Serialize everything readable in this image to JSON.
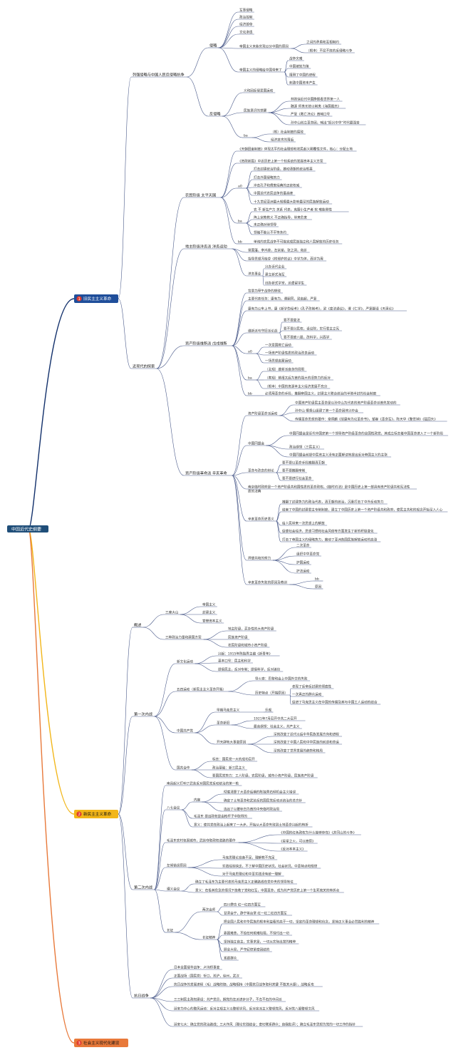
{
  "root": {
    "title": "中国近代史纲要",
    "color": "#1f4e79"
  },
  "branches": [
    {
      "key": "b1",
      "label": "旧民主主义革命",
      "number": "1",
      "box_color": "#1f4e9a",
      "line_color": "#12306b"
    },
    {
      "key": "b2",
      "label": "新民主主义革命",
      "number": "2",
      "box_color": "#f2b619",
      "line_color": "#f2b619"
    },
    {
      "key": "b3",
      "label": "社会主义现代化建设",
      "number": "3",
      "box_color": "#e8793a",
      "line_color": "#e8793a"
    }
  ],
  "b1": {
    "t1": "列强侵略与中国人民反侵略抗争",
    "t2": "近现代的探索",
    "qinlue": "侵略",
    "qinlue_items": [
      "军事侵略",
      "政治控制",
      "经济掠夺",
      "文化渗透"
    ],
    "dizhuyi_head": "帝国主义未能实现瓜分中国的原因",
    "dizhuyi_items": [
      "之间的矛盾和互相制约",
      "（根本）不屈不挠的反侵略斗争"
    ],
    "impact_head": "帝国主义的侵略给中国带来了",
    "impact_items": [
      "战争灾难",
      "中国被划为殖",
      "阻碍了中国的进程",
      "刺激中国资本产生"
    ],
    "fan": "反侵略",
    "fan_items": [
      "义和团反侵爱国运动"
    ],
    "juexing_head": "民族意识的觉醒",
    "juexing_items": [
      "林则徐近代中国睁眼看世界第一人",
      "魏源 师夷长技以制夷《海国图志》",
      "严复《救亡决论》首喊口号",
      "孙中山创立革命团，喊出“振兴中华”时代最强音"
    ],
    "ba_label": "ba",
    "ba_items": [
      "（根）社会制度的腐败",
      "经济技术的落后"
    ],
    "taiping": "农民阶级 太平天国",
    "tp_items": [
      "《天朝田亩制度》体现太平的社会理想和农民起义颠覆性文件，核心：分配土地",
      "《资政新篇》中近历史上第一个较系统的发展资本主义方案"
    ],
    "tp_a_label": "a0",
    "tp_a_items": [
      "打击封建统治阶级，撼动清朝的统治根基",
      "打击外国侵略势力",
      "冲击孔子和儒家经典的正统权威",
      "中国近代农民战争的最高峰",
      "十九世纪亚洲最大规模最大影响最深的民族解放运动"
    ],
    "tp_b_label": "ba",
    "tp_b_items": [
      "农 不 新生产力 关系 代表，克服小生产者 软 唯能侧性",
      "阵上宗教教义 不正确指导，带来危害",
      "未正确对待领导",
      "领袖不能认不平等条约"
    ],
    "tp_c_label": "bb",
    "tp_c_item": "单纯的农民战争不可能完成民族独立和人民解放的历史任务",
    "yangwu": "地主阶级洋务派 洋务运动",
    "yw_items": [
      "曾国藩，李鸿章，左宗棠，张之洞，奕訢",
      "指导思想冯桂芬《校邠庐抗议》中学为体，西学为用"
    ],
    "yw_sub": "洋务事业",
    "yw_sub_items": [
      "兴办近代企业",
      "建立新式海军",
      "创办新式学堂，派遣留学生"
    ],
    "weixin": "资产阶级维新派 戊戌维新",
    "wx_items": [
      "背景为甲午战争的惨败",
      "主要代表任务：康有为，谭嗣同，梁启超，严复",
      "康有为公车上书，康《新学伪经考》《孔子改制考》，梁《变法通议》，谭《仁学》，严复翻译《天演论》"
    ],
    "wx_debate": "维新派与守旧派论战",
    "wx_debate_items": [
      "要不要变法",
      "要不要兴民权，设议院，实行君主立宪",
      "要不要废八股，改科学，兴西学"
    ],
    "wx_a_label": "a0",
    "wx_a_items": [
      "一次爱国救亡运动",
      "一场资产阶级性质的政治改良运动",
      "一场思想启蒙运动"
    ],
    "wx_b_label": "ba",
    "wx_b_items": [
      "（主观）维新派自身的局限",
      "（客观）慈禧太后为首的强大的旧势力的反对",
      "（根本）中国的资源本主义经济发展不充分"
    ],
    "wx_c_label": "bb",
    "wx_c_item": "必须用革命的手段，推翻帝国主义，封建主义联合统治的半殖半封的社会制度",
    "geming": "资产阶级革命派 辛亥革命",
    "gm_rise": "资产阶级革命派运动",
    "gm_rise_items": [
      "中国资产阶级民主革命是以孙中山为代表的资产阶级革命派首先发动的",
      "孙中山 檀香山组建了第一个革命团体兴中会",
      "传播革命思想的著作：章炳麟《驳康有为论革命书》，邹容《革命军》，陈天华《警世钟》《猛回头》"
    ],
    "tmh": "中国同盟会",
    "tmh_items": [
      "中国同盟会是近代中国史第一个领导资产阶级革命的全国性政党，其成立标志着中国革命进入了一个新阶段",
      "政治纲领（三民主义）",
      "中国同盟会前提中民资主义没有正面解读地提出反对帝国主义的主张"
    ],
    "lunzhan": "革命与改良的辩论",
    "lunzhan_items": [
      "要不要以革命手段推翻清王朝",
      "要不要推翻帝制",
      "要不要进行社会革命"
    ],
    "nanjing": "南京临时政府是一个资产阶级共和国性质的革命政权。《临时约法》是中国历史上第一部具有资产阶级共和宪法性质的法典",
    "yiyi": "辛亥革命历史意义",
    "yiyi_items": [
      "推翻了封建势力的政治代表，清王朝的统治，沉重打击了中外反动势力",
      "结束了中国的封建君主专制制度，建立了中国历史上第一个资产阶级共和政府，使民主共和的观念开始深入人心",
      "给人民带来一次思想上的解放",
      "促使社会经济，思想习惯和社会风俗等方面发生了新的积极变化",
      "打击了帝国主义的侵略势力，推动了亚洲各国民族解放运动的高涨"
    ],
    "nuli": "捍使共和的努力",
    "nuli_items": [
      "二次革命",
      "组织中华革命党",
      "护国运动",
      "护法运动"
    ],
    "shibai": "辛亥革命失败的原因及教训",
    "shibai_items": [
      "bb",
      "原因"
    ]
  },
  "b2": {
    "gaishu": "概述",
    "sanzuo": "三座大山",
    "sanzuo_items": [
      "帝国主义",
      "封建主义",
      "官僚资本主义"
    ],
    "sanzhong": "三种政治力量和建国方案",
    "sanzhong_items": [
      "地主阶级，买办性的大资产阶级",
      "民族资产阶级",
      "农民阶级和城市小资产阶级"
    ],
    "diyici": "第一次内战",
    "xinwenhua": "新文化运动",
    "xwh_items": [
      "兴起：1915年陈独秀主编《新青年》",
      "基本口号：民主和科学",
      "提倡民主，反对专制；提倡科学，反对迷信"
    ],
    "wusi": "五四运动（新民主主义革命开端）",
    "wusi_items": [
      "导火索：巴黎和会上中国外交的失败"
    ],
    "ls_head": "历史特点（开端原因）",
    "ls_items": [
      "表现了反帝反封建的彻底性",
      "一次真正的群众运动",
      "促进了马克思主义在中国的传播及其与中国工人运动的结合"
    ],
    "gcd": "中国共产党",
    "gcd_early": "早期马克思主义",
    "gcd_early_item": "乐观",
    "gcd_mark": "革命新旧",
    "gcd_mark_items": [
      "1921年7月召开中共二大召开",
      "最高纲领：社会主义，共产主义"
    ],
    "gcd_kaitian": "开天辟地大事变原因",
    "gcd_kaitian_items": [
      "深刻改变了近代以后中华民族发展方向和进程",
      "深刻改变了中国人民和中华民族的前途和命运",
      "深刻改变了世界发展的趋势和格局"
    ],
    "guogong": "国共合作",
    "gg_items": [
      "标志：国民党一大的成功召开",
      "政治基础：新三民主义",
      "要国民党势力：工人阶级，农民阶级，城市小资产阶级，民族资产阶级"
    ],
    "dierci": "第二次内战",
    "nanchang": "南昌起义打响了武装反对国民党反动统治的第一枪",
    "baqi": "八七会议",
    "baqi_neirong": "内容",
    "baqi_nr_items": [
      "彻底清算了大革命后期的陈独秀右倾机会主义错误",
      "确定了土地革命和武装反抗国民党反动派统治的总方针",
      "选出了以瞿秋白为首的中央临时政治局"
    ],
    "baqi_more": [
      "毛泽东 提出政权是由枪杆子中取得的",
      "意义：使共党在政治上起来了一大步，开始从大革命失败到土地革命兴起的转折"
    ],
    "nongcun": "毛泽东农村包围城市，武装夺取政权道路的著作",
    "nc_items": [
      "《中国的红色政权为什么能够存在》《井冈山的斗争》",
      "《星星之火，可以燎原》",
      "《反对本本主义》"
    ],
    "zuoqing": "左倾错误原因",
    "zq_items": [
      "马克思理论准备不足，理解教不充足",
      "实践经验缺乏，不了解中国历史状况，社会状况，中革特点和规律",
      "对于马克思理论和中革实践没有统一理解"
    ],
    "zunyi": "遵义会议",
    "zy_items": [
      "确立了毛泽东为主要代表的马克思主义正确路线在党中央的领导地位",
      "意义：在极其危急的情况下挽救了党和红军，中国革命，成为共产党历史上第一个生死攸关的转折点"
    ],
    "changzheng": "长征",
    "cz_lianghui": "两次会师",
    "cz_lh_items": [
      "四川懋功 红一红四方面军",
      "甘肃会宁，静宁将台堡 红一红二红四方面军"
    ],
    "cz_jingshen": "长征精神",
    "cz_js_items": [
      "把全国人民和中华民族的根本利益看的高于一切，坚定的革命理想和信念，坚持正义事业必然胜利的精神",
      "靠困难苦，不怕任何艰难险阻，不惜付出一切",
      "坚持独立自主，实事求是，一切从实际出发的精神",
      "顾全大局，严守纪律紧密团结的",
      "紧跟群众"
    ],
    "kangri": "抗日战争",
    "kr_items": [
      "日本全面侵华战争：卢沟桥事变",
      "正面战场（国民党）忻口，淞沪，徐州，武汉",
      "抗日战争的发展进程（毛）战略防御，战略相持（中国抗日战争取利关键 不敢关大捷），战略反攻",
      "三三制民主政权建设：共产党员，拥党的左派进步分子，不左不右的中间派",
      "延安为中心的整风运动：反对主观主义以整顿学风，反对宗派主义整顿党风，反对党八股整顿文风",
      "延安七大：确立党的政治路线；三大作风（理论实践结合；密切联系群众；自我批评）；确立毛泽东思想为党的一切工作的指针"
    ]
  }
}
